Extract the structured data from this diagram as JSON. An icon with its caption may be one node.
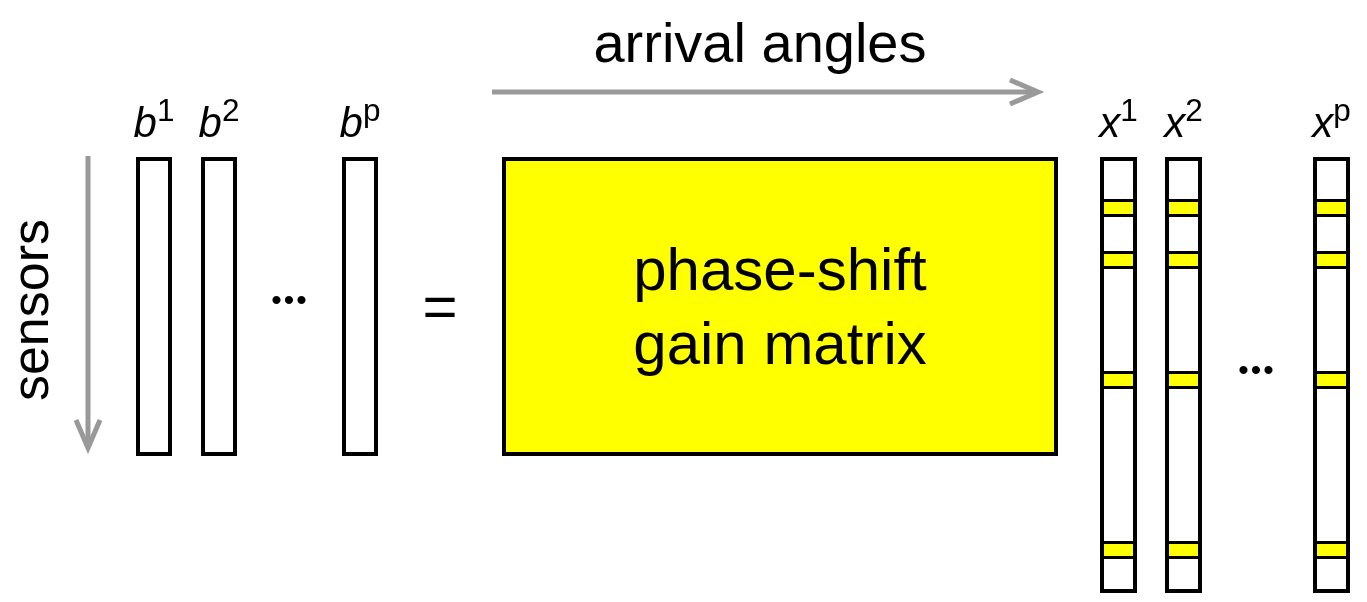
{
  "diagram": {
    "nodes": [
      {
        "text": [
          "*b*$^{1}$"
        ]
      },
      {
        "text": [
          "*b*$^{2}$"
        ]
      },
      {
        "text": [
          "*b*$^{p}$"
        ]
      },
      {
        "text": [
          "phase-shift gain matrix"
        ]
      },
      {
        "text": [
          "*x*$^{1}$"
        ]
      },
      {
        "text": [
          "*x*$^{2}$"
        ]
      },
      {
        "text": [
          "*x*$^{p}$"
        ]
      }
    ],
    "edges": [],
    "labels": [
      "arrival angles",
      "sensors",
      "•••",
      "=",
      "•••"
    ]
  }
}
